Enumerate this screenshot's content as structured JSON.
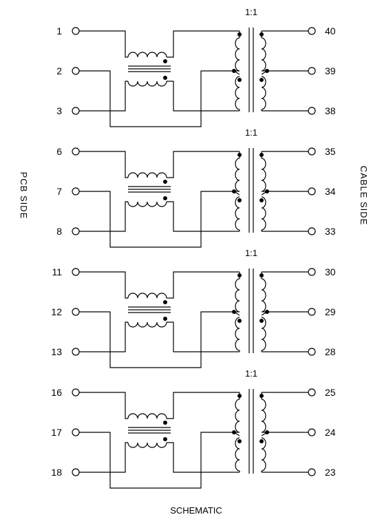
{
  "diagram": {
    "caption": "SCHEMATIC",
    "left_side_label": "PCB SIDE",
    "right_side_label": "CABLE SIDE",
    "channels": [
      {
        "ratio": "1:1",
        "pcb_pins": [
          "1",
          "2",
          "3"
        ],
        "cable_pins": [
          "40",
          "39",
          "38"
        ]
      },
      {
        "ratio": "1:1",
        "pcb_pins": [
          "6",
          "7",
          "8"
        ],
        "cable_pins": [
          "35",
          "34",
          "33"
        ]
      },
      {
        "ratio": "1:1",
        "pcb_pins": [
          "11",
          "12",
          "13"
        ],
        "cable_pins": [
          "30",
          "29",
          "28"
        ]
      },
      {
        "ratio": "1:1",
        "pcb_pins": [
          "16",
          "17",
          "18"
        ],
        "cable_pins": [
          "25",
          "24",
          "23"
        ]
      }
    ]
  }
}
